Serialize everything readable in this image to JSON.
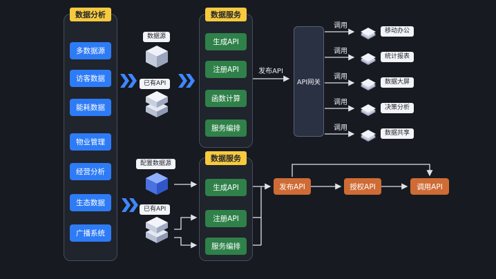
{
  "analysis_panel": {
    "header": "数据分析",
    "items": [
      "多数据源",
      "访客数据",
      "能耗数据",
      "物业管理",
      "经营分析",
      "生态数据",
      "广播系统"
    ]
  },
  "sources_top": {
    "source": "数据源",
    "existing_api": "已有API"
  },
  "sources_bottom": {
    "configure": "配置数据源",
    "existing_api": "已有API"
  },
  "service_top": {
    "header": "数据服务",
    "items": [
      "生成API",
      "注册API",
      "函数计算",
      "服务编排"
    ]
  },
  "service_bottom": {
    "header": "数据服务",
    "items": [
      "生成API",
      "注册API",
      "服务编排"
    ]
  },
  "gateway": {
    "label": "API网关",
    "publish_label": "发布API",
    "call_label": "调用"
  },
  "consumers": [
    "移动办公",
    "统计报表",
    "数据大屏",
    "决策分析",
    "数据共享"
  ],
  "pipeline": {
    "publish": "发布API",
    "authorize": "授权API",
    "invoke": "调用API"
  },
  "icons": {
    "chevron": "double-chevron-right-icon",
    "database": "database-cube-icon",
    "server": "server-stack-icon",
    "consumer": "document-stack-icon"
  },
  "colors": {
    "background": "#171a20",
    "panel": "#20242d",
    "header_yellow": "#f7ca3e",
    "accent_blue": "#2e7bf6",
    "accent_green": "#2f8149",
    "accent_orange": "#cf6b35",
    "line": "#dfe3e9"
  }
}
